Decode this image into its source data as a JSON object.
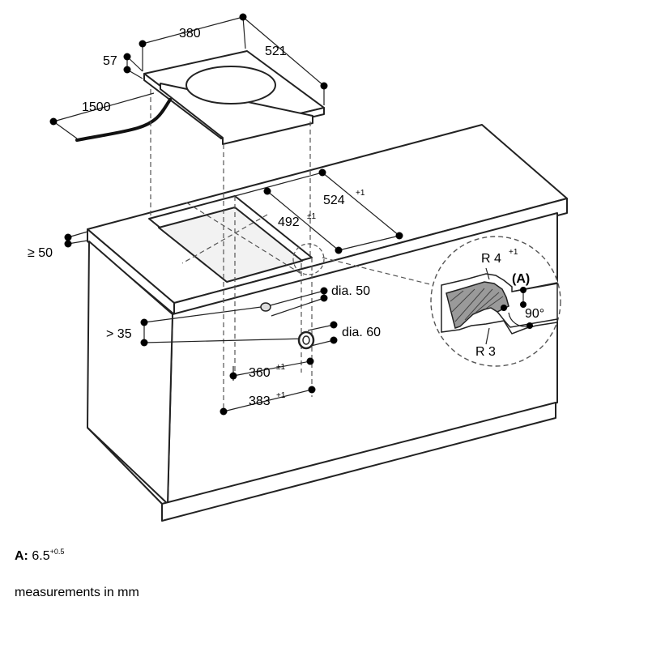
{
  "dimensions": {
    "hob_width": "380",
    "hob_depth": "521",
    "hob_height": "57",
    "cable_length": "1500",
    "cutout_depth": "524",
    "cutout_depth_tol": "+1",
    "cutout_width": "492",
    "cutout_width_tol": "±1",
    "min_edge_distance": "≥ 50",
    "hole_small": "dia. 50",
    "hole_large": "dia. 60",
    "hole_offset": "> 35",
    "inner_width": "360",
    "inner_width_tol": "±1",
    "outer_width": "383",
    "outer_width_tol": "+1"
  },
  "detail": {
    "radius_top": "R 4",
    "radius_top_tol": "+1",
    "label_a": "(A)",
    "angle": "90°",
    "radius_bottom": "R 3"
  },
  "legend": {
    "a_label": "A:",
    "a_value": "6.5",
    "a_tol": "+0.5",
    "units": "measurements in mm"
  }
}
